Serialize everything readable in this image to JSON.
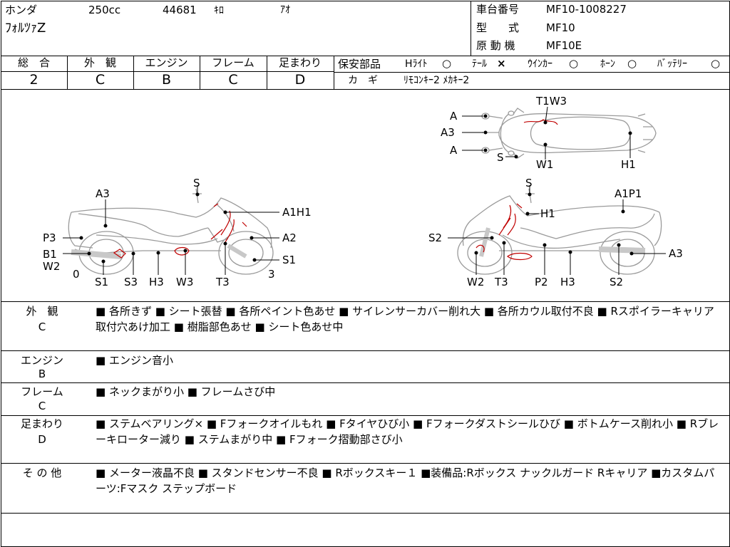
{
  "vehicle": {
    "maker": "ホンダ",
    "displacement": "250cc",
    "mileage": "44681",
    "mileage_unit": "ｷﾛ",
    "color": "ｱｵ",
    "model_name": "ﾌｫﾙﾂｧZ",
    "frame_no_label": "車台番号",
    "frame_no": "MF10-1008227",
    "type_label": "型　　式",
    "type": "MF10",
    "engine_label": "原 動 機",
    "engine": "MF10E"
  },
  "grades": [
    {
      "label": "総　合",
      "value": "2"
    },
    {
      "label": "外　観",
      "value": "C"
    },
    {
      "label": "エンジン",
      "value": "B"
    },
    {
      "label": "フレーム",
      "value": "C"
    },
    {
      "label": "足まわり",
      "value": "D"
    }
  ],
  "safety": {
    "label": "保安部品",
    "items": [
      {
        "name": "Hﾗｲﾄ",
        "mark": "○"
      },
      {
        "name": "ﾃｰﾙ",
        "mark": "×"
      },
      {
        "name": "ｳｲﾝｶｰ",
        "mark": "○"
      },
      {
        "name": "ﾎｰﾝ",
        "mark": "○"
      },
      {
        "name": "ﾊﾞｯﾃﾘｰ",
        "mark": "○"
      }
    ],
    "key_label": "カ　ギ",
    "key_value": "ﾘﾓｺﾝｷｰ2 ﾒｶｷｰ2"
  },
  "diagram": {
    "top_labels": [
      "A",
      "A3",
      "A",
      "S",
      "T1W3",
      "W1",
      "H1"
    ],
    "left_labels": [
      "A3",
      "S",
      "A1H1",
      "P3",
      "A2",
      "B1",
      "W2",
      "S1",
      "0",
      "3",
      "S1",
      "S3",
      "H3",
      "W3",
      "T3"
    ],
    "right_labels": [
      "S",
      "A1P1",
      "H1",
      "S2",
      "A3",
      "W2",
      "T3",
      "P2",
      "H3",
      "S2"
    ]
  },
  "sections": [
    {
      "label": "外　観",
      "grade": "C",
      "text": "■ 各所きず ■ シート張替 ■ 各所ペイント色あせ ■ サイレンサーカバー削れ大 ■ 各所カウル取付不良 ■ Rスポイラーキャリア取付穴あけ加工 ■ 樹脂部色あせ ■ シート色あせ中"
    },
    {
      "label": "エンジン",
      "grade": "B",
      "text": "■ エンジン音小"
    },
    {
      "label": "フレーム",
      "grade": "C",
      "text": "■ ネックまがり小 ■ フレームさび中"
    },
    {
      "label": "足まわり",
      "grade": "D",
      "text": "■ ステムベアリング× ■ Fフォークオイルもれ ■ Fタイヤひび小 ■ Fフォークダストシールひび ■ ボトムケース削れ小 ■ Rブレーキローター減り ■ ステムまがり中 ■ Fフォーク摺動部さび小"
    },
    {
      "label": "そ の 他",
      "grade": "",
      "text": "■ メーター液晶不良 ■ スタンドセンサー不良 ■ Rボックスキー１ ■装備品:Rボックス ナックルガード Rキャリア ■カスタムパーツ:Fマスク ステップボード"
    }
  ]
}
